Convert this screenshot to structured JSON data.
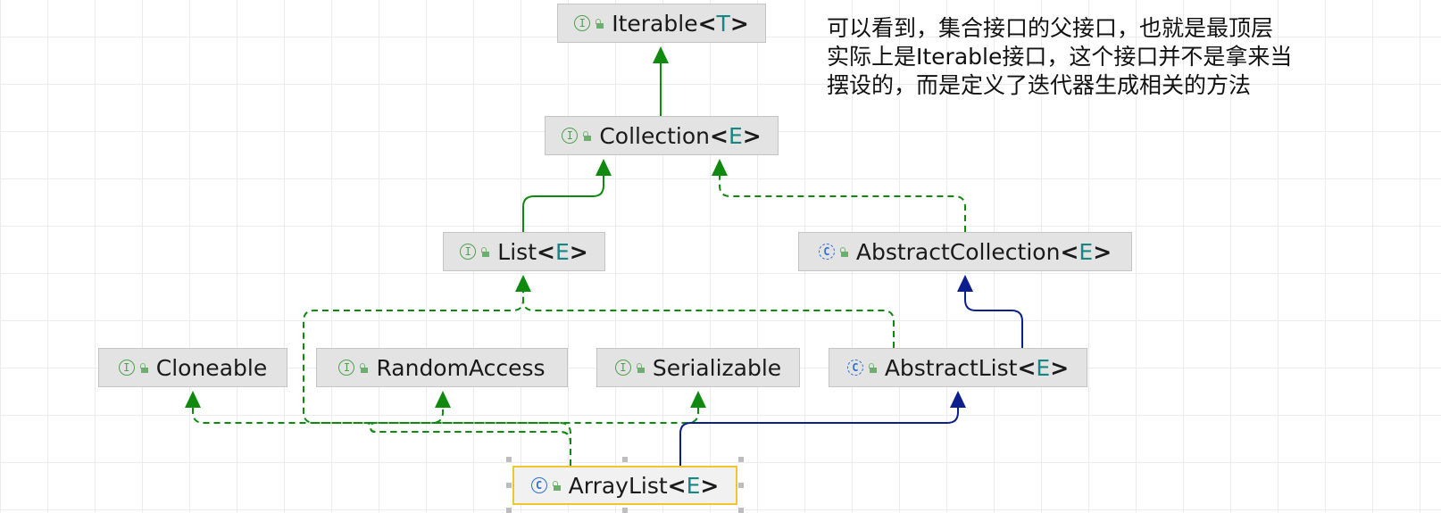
{
  "colors": {
    "extends_edge": "#0f8a0f",
    "class_extends_edge": "#0d1f8c",
    "node_fill": "#e3e3e3",
    "selected_border": "#f0c630"
  },
  "nodes": {
    "iterable": {
      "name": "Iterable",
      "type_param": "T",
      "kind": "interface",
      "icon": "interface-icon"
    },
    "collection": {
      "name": "Collection",
      "type_param": "E",
      "kind": "interface",
      "icon": "interface-icon"
    },
    "list": {
      "name": "List",
      "type_param": "E",
      "kind": "interface",
      "icon": "interface-icon"
    },
    "abstract_collection": {
      "name": "AbstractCollection",
      "type_param": "E",
      "kind": "abstract-class",
      "icon": "abstract-class-icon"
    },
    "cloneable": {
      "name": "Cloneable",
      "kind": "interface",
      "icon": "interface-icon"
    },
    "random_access": {
      "name": "RandomAccess",
      "kind": "interface",
      "icon": "interface-icon"
    },
    "serializable": {
      "name": "Serializable",
      "kind": "interface",
      "icon": "interface-icon"
    },
    "abstract_list": {
      "name": "AbstractList",
      "type_param": "E",
      "kind": "abstract-class",
      "icon": "abstract-class-icon"
    },
    "array_list": {
      "name": "ArrayList",
      "type_param": "E",
      "kind": "class",
      "icon": "class-icon",
      "selected": true
    }
  },
  "kind_glyphs": {
    "interface": "I",
    "class": "C"
  },
  "brackets": {
    "open": "<",
    "close": ">"
  },
  "edges": [
    {
      "from": "collection",
      "to": "iterable",
      "style": "solid",
      "color": "extends"
    },
    {
      "from": "list",
      "to": "collection",
      "style": "solid",
      "color": "extends"
    },
    {
      "from": "abstract_collection",
      "to": "collection",
      "style": "dashed",
      "color": "extends"
    },
    {
      "from": "abstract_list",
      "to": "list",
      "style": "dashed",
      "color": "extends"
    },
    {
      "from": "abstract_list",
      "to": "abstract_collection",
      "style": "solid",
      "color": "class_extends"
    },
    {
      "from": "array_list",
      "to": "list",
      "style": "dashed",
      "color": "extends"
    },
    {
      "from": "array_list",
      "to": "cloneable",
      "style": "dashed",
      "color": "extends"
    },
    {
      "from": "array_list",
      "to": "random_access",
      "style": "dashed",
      "color": "extends"
    },
    {
      "from": "array_list",
      "to": "serializable",
      "style": "dashed",
      "color": "extends"
    },
    {
      "from": "array_list",
      "to": "abstract_list",
      "style": "solid",
      "color": "class_extends"
    }
  ],
  "note": {
    "lines": [
      "可以看到，集合接口的父接口，也就是最顶层",
      "实际上是Iterable接口，这个接口并不是拿来当",
      "摆设的，而是定义了迭代器生成相关的方法"
    ]
  }
}
